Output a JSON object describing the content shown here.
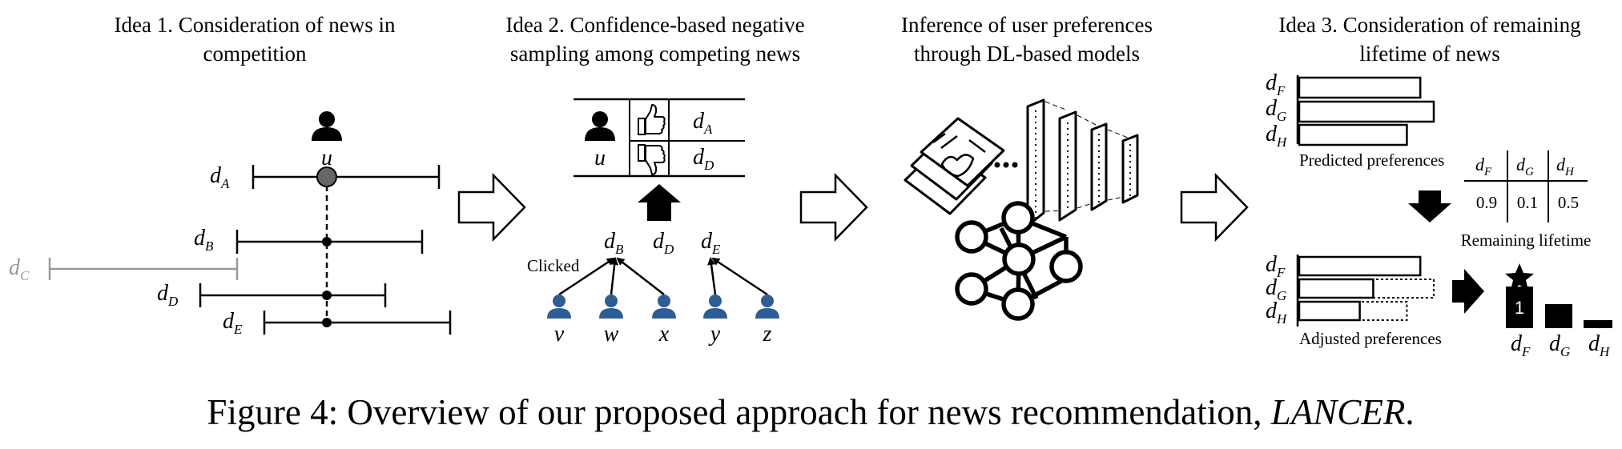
{
  "panels": [
    {
      "title_line1": "Idea 1. Consideration of news in",
      "title_line2": "competition"
    },
    {
      "title_line1": "Idea 2. Confidence-based negative",
      "title_line2": "sampling among competing news"
    },
    {
      "title_line1": "Inference of user preferences",
      "title_line2": "through DL-based models"
    },
    {
      "title_line1": "Idea 3. Consideration of remaining",
      "title_line2": "lifetime of news"
    }
  ],
  "idea1": {
    "user_label": "u",
    "news": [
      {
        "name": "d",
        "sub": "A"
      },
      {
        "name": "d",
        "sub": "B"
      },
      {
        "name": "d",
        "sub": "C"
      },
      {
        "name": "d",
        "sub": "D"
      },
      {
        "name": "d",
        "sub": "E"
      }
    ]
  },
  "idea2": {
    "table_user": "u",
    "table_rows": [
      {
        "name": "d",
        "sub": "A",
        "icon": "thumbs-up-icon"
      },
      {
        "name": "d",
        "sub": "D",
        "icon": "thumbs-down-icon"
      }
    ],
    "clicked_label": "Clicked",
    "candidates": [
      {
        "name": "d",
        "sub": "B"
      },
      {
        "name": "d",
        "sub": "D"
      },
      {
        "name": "d",
        "sub": "E"
      }
    ],
    "users": [
      "v",
      "w",
      "x",
      "y",
      "z"
    ]
  },
  "idea3": {
    "bars": [
      {
        "name": "d",
        "sub": "F",
        "predicted": 0.9,
        "adjusted": 0.9
      },
      {
        "name": "d",
        "sub": "G",
        "predicted": 1.0,
        "adjusted": 0.55
      },
      {
        "name": "d",
        "sub": "H",
        "predicted": 0.8,
        "adjusted": 0.45
      }
    ],
    "predicted_label": "Predicted preferences",
    "adjusted_label": "Adjusted preferences",
    "lifetime_label": "Remaining lifetime",
    "lifetime_headers": [
      {
        "name": "d",
        "sub": "F"
      },
      {
        "name": "d",
        "sub": "G"
      },
      {
        "name": "d",
        "sub": "H"
      }
    ],
    "lifetime_values": [
      "0.9",
      "0.1",
      "0.5"
    ],
    "rank_label": "1",
    "rank_items": [
      {
        "name": "d",
        "sub": "F"
      },
      {
        "name": "d",
        "sub": "G"
      },
      {
        "name": "d",
        "sub": "H"
      }
    ]
  },
  "caption": {
    "prefix": "Figure 4: Overview of our proposed approach for news recommendation, ",
    "name": "LANCER",
    "suffix": "."
  },
  "colors": {
    "user_blue": "#2e5c94",
    "gray_node": "#666666",
    "muted": "#9a9a9a"
  }
}
